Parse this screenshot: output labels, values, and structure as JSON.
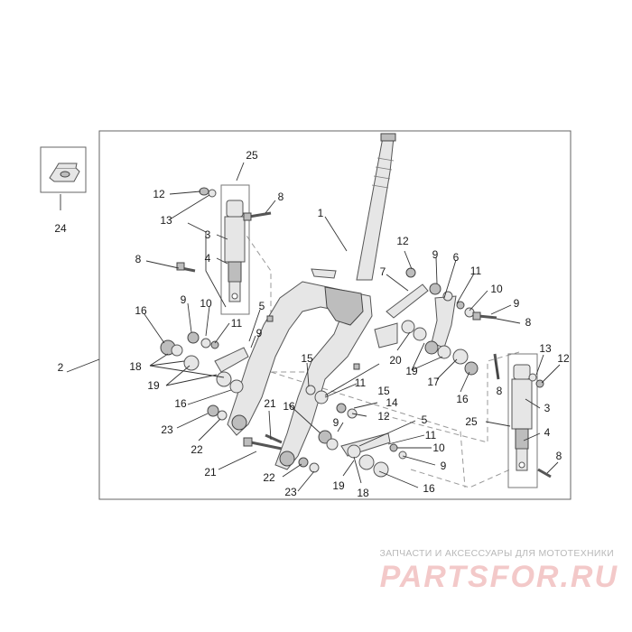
{
  "diagram": {
    "callouts": {
      "c1": "1",
      "c2": "2",
      "c3a": "3",
      "c3b": "3",
      "c4a": "4",
      "c4b": "4",
      "c5a": "5",
      "c5b": "5",
      "c6": "6",
      "c7": "7",
      "c8a": "8",
      "c8b": "8",
      "c8c": "8",
      "c8d": "8",
      "c8e": "8",
      "c9a": "9",
      "c9b": "9",
      "c9c": "9",
      "c9d": "9",
      "c9e": "9",
      "c9f": "9",
      "c10a": "10",
      "c10b": "10",
      "c10c": "10",
      "c11a": "11",
      "c11b": "11",
      "c11c": "11",
      "c11d": "11",
      "c12a": "12",
      "c12b": "12",
      "c12c": "12",
      "c12d": "12",
      "c13a": "13",
      "c13b": "13",
      "c14": "14",
      "c15a": "15",
      "c15b": "15",
      "c16a": "16",
      "c16b": "16",
      "c16c": "16",
      "c16d": "16",
      "c16e": "16",
      "c17": "17",
      "c18a": "18",
      "c18b": "18",
      "c19a": "19",
      "c19b": "19",
      "c19c": "19",
      "c20": "20",
      "c21a": "21",
      "c21b": "21",
      "c22a": "22",
      "c22b": "22",
      "c23a": "23",
      "c23b": "23",
      "c24": "24",
      "c25a": "25",
      "c25b": "25"
    }
  },
  "watermark": {
    "tagline": "ЗАПЧАСТИ И АКСЕССУАРЫ ДЛЯ МОТОТЕХНИКИ",
    "logo": "PARTSFOR.RU"
  }
}
